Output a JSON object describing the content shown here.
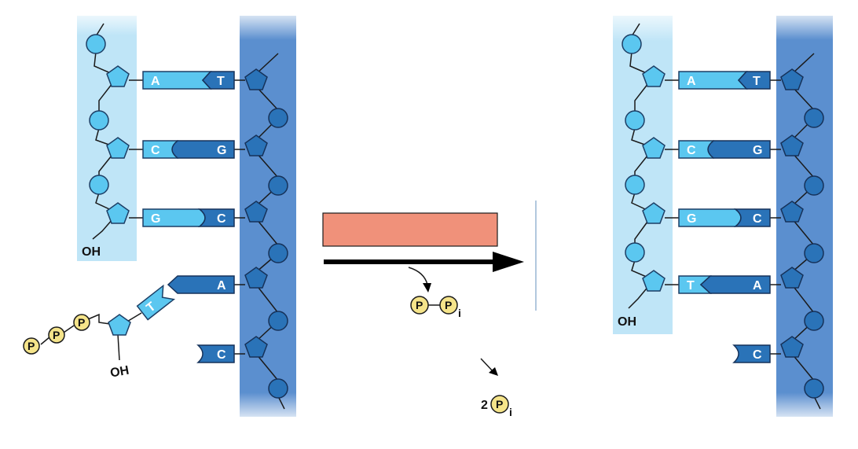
{
  "colors": {
    "template_strand": "#5b8fcf",
    "primer_strand": "#bfe5f7",
    "base_light": "#5bc7f0",
    "base_dark": "#2a73b8",
    "enzyme_box": "#f0917a",
    "phosphate": "#f5e48a"
  },
  "left_panel": {
    "pairs": [
      {
        "top": "A",
        "bottom": "T"
      },
      {
        "top": "C",
        "bottom": "G"
      },
      {
        "top": "G",
        "bottom": "C"
      }
    ],
    "incoming_template_base": "A",
    "incoming_nucleotide_base": "T",
    "free_template_base": "C",
    "primer_end": "OH",
    "nucleotide_end": "OH",
    "triphosphate": [
      "P",
      "P",
      "P"
    ]
  },
  "middle": {
    "pyrophosphate": [
      "P",
      "P"
    ],
    "pyrophosphate_subscript": "i",
    "hydrolysis_coefficient": "2",
    "hydrolysis_symbol": "P",
    "hydrolysis_subscript": "i"
  },
  "right_panel": {
    "pairs": [
      {
        "top": "A",
        "bottom": "T"
      },
      {
        "top": "C",
        "bottom": "G"
      },
      {
        "top": "G",
        "bottom": "C"
      },
      {
        "top": "T",
        "bottom": "A"
      }
    ],
    "free_template_base": "C",
    "primer_end": "OH"
  }
}
